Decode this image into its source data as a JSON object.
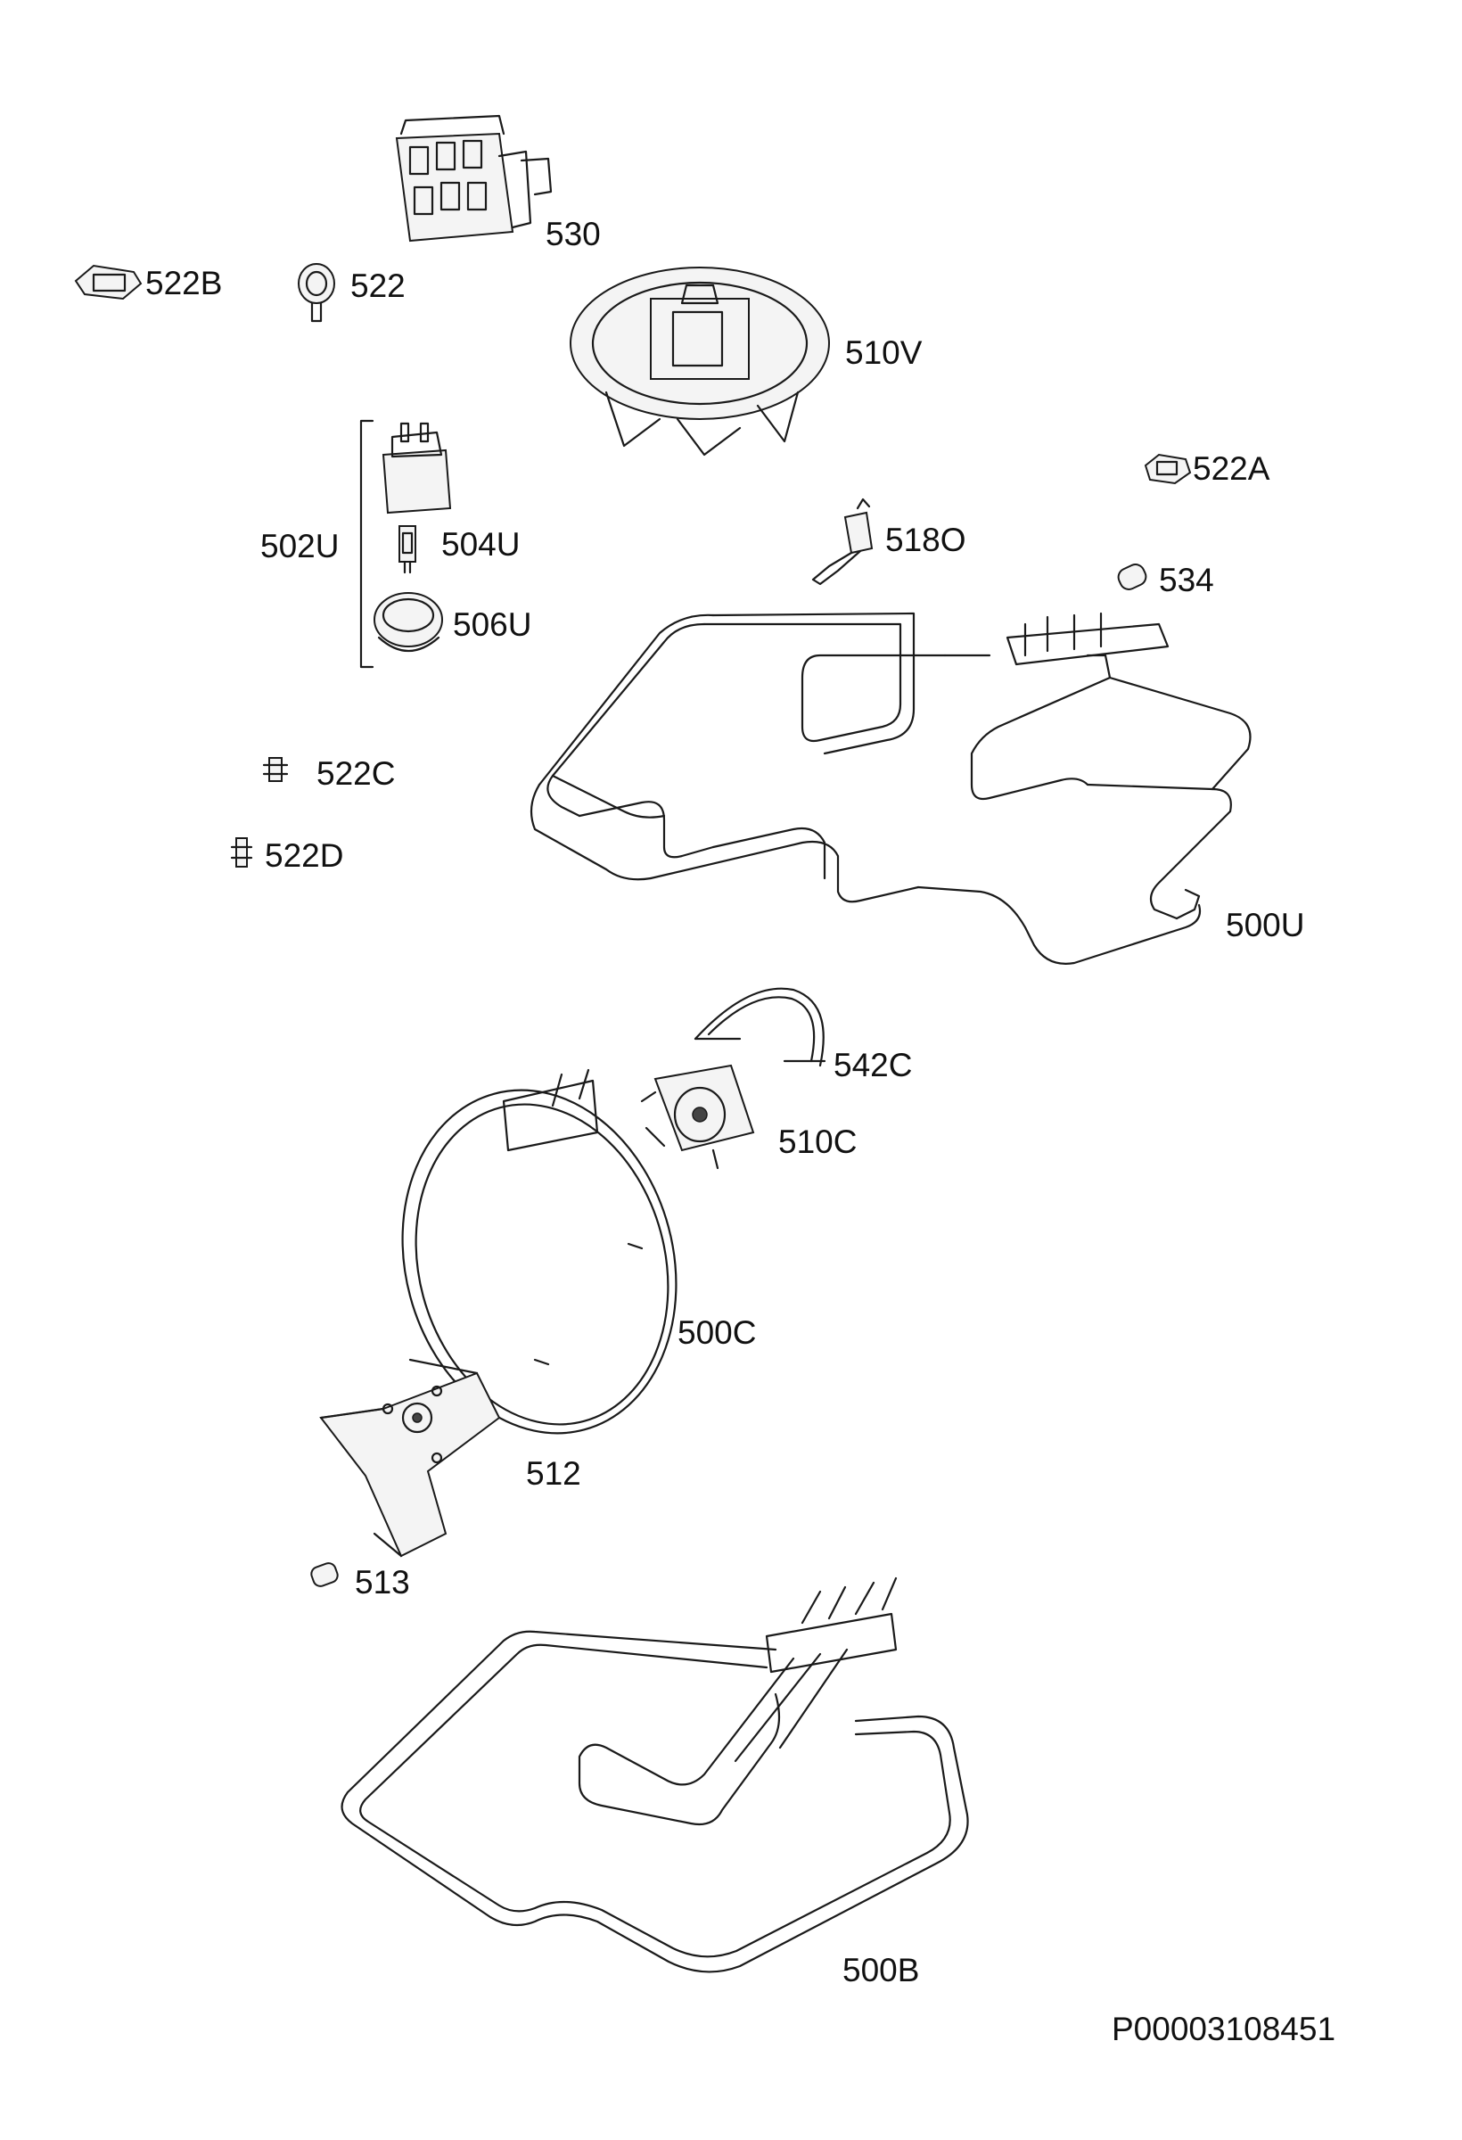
{
  "parts": {
    "p530": "530",
    "p522B": "522B",
    "p522": "522",
    "p510V": "510V",
    "p522A": "522A",
    "p502U": "502U",
    "p504U": "504U",
    "p506U": "506U",
    "p518O": "518O",
    "p534": "534",
    "p522C": "522C",
    "p522D": "522D",
    "p500U": "500U",
    "p542C": "542C",
    "p510C": "510C",
    "p500C": "500C",
    "p512": "512",
    "p513": "513",
    "p500B": "500B"
  },
  "drawing_code": "P00003108451"
}
